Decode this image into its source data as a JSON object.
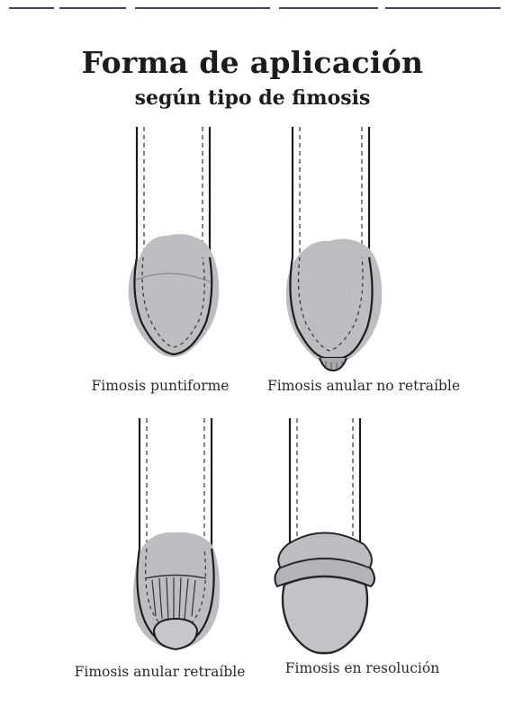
{
  "page": {
    "title": "Forma de aplicación",
    "subtitle": "según tipo de fimosis"
  },
  "figures": [
    {
      "caption": "Fimosis puntiforme"
    },
    {
      "caption": "Fimosis anular no retraíble"
    },
    {
      "caption": "Fimosis anular retraíble"
    },
    {
      "caption": "Fimosis en resolución"
    }
  ],
  "colors": {
    "ink": "#1c1c1c",
    "shade": "#b9b9bf",
    "rule": "#3a4a66"
  }
}
